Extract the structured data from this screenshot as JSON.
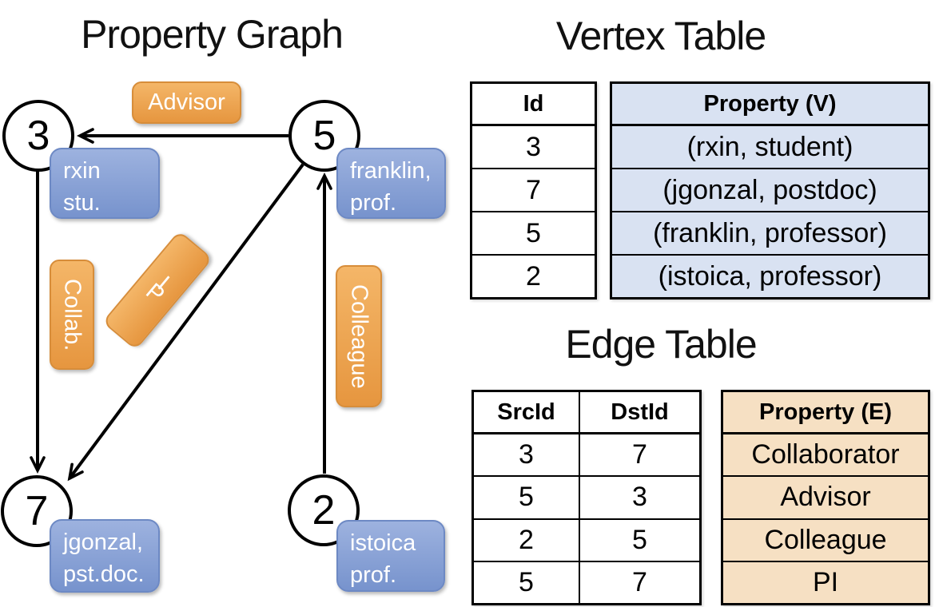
{
  "titles": {
    "property_graph": "Property Graph",
    "vertex_table": "Vertex Table",
    "edge_table": "Edge Table"
  },
  "graph": {
    "nodes": [
      {
        "id": "3"
      },
      {
        "id": "5"
      },
      {
        "id": "7"
      },
      {
        "id": "2"
      }
    ],
    "vertex_cards": [
      {
        "lines": [
          "rxin",
          "stu."
        ]
      },
      {
        "lines": [
          "franklin,",
          "prof."
        ]
      },
      {
        "lines": [
          "jgonzal,",
          "pst.doc."
        ]
      },
      {
        "lines": [
          "istoica",
          "prof."
        ]
      }
    ],
    "edge_labels": {
      "advisor": "Advisor",
      "collab": "Collab.",
      "pi": [
        "P",
        "I"
      ],
      "colleague": "Colleague"
    },
    "edges": [
      {
        "from": "5",
        "to": "3",
        "label": "Advisor"
      },
      {
        "from": "3",
        "to": "7",
        "label": "Collab."
      },
      {
        "from": "5",
        "to": "7",
        "label": "PI"
      },
      {
        "from": "2",
        "to": "5",
        "label": "Colleague"
      }
    ]
  },
  "vertex_table": {
    "headers": [
      "Id",
      "Property (V)"
    ],
    "rows": [
      [
        "3",
        "(rxin, student)"
      ],
      [
        "7",
        "(jgonzal, postdoc)"
      ],
      [
        "5",
        "(franklin, professor)"
      ],
      [
        "2",
        "(istoica, professor)"
      ]
    ]
  },
  "edge_table": {
    "headers": [
      "SrcId",
      "DstId",
      "Property (E)"
    ],
    "rows": [
      [
        "3",
        "7",
        "Collaborator"
      ],
      [
        "5",
        "3",
        "Advisor"
      ],
      [
        "2",
        "5",
        "Colleague"
      ],
      [
        "5",
        "7",
        "PI"
      ]
    ]
  },
  "colors": {
    "edge_label_orange": "#EEA14B",
    "vertex_card_blue": "#82A0D8",
    "vertex_property_bg": "#D9E2F2",
    "edge_property_bg": "#F6E0C3",
    "line_black": "#000000"
  }
}
